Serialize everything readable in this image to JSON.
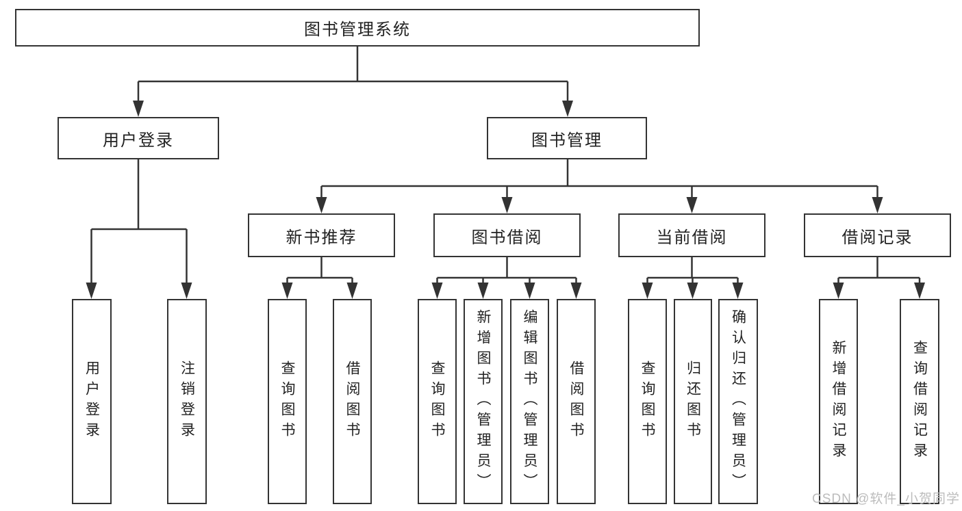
{
  "tree": {
    "label": "图书管理系统",
    "children": [
      {
        "label": "用户登录",
        "children": [
          {
            "label": "用户登录"
          },
          {
            "label": "注销登录"
          }
        ]
      },
      {
        "label": "图书管理",
        "children": [
          {
            "label": "新书推荐",
            "children": [
              {
                "label": "查询图书"
              },
              {
                "label": "借阅图书"
              }
            ]
          },
          {
            "label": "图书借阅",
            "children": [
              {
                "label": "查询图书"
              },
              {
                "label": "新增图书（管理员）"
              },
              {
                "label": "编辑图书（管理员）"
              },
              {
                "label": "借阅图书"
              }
            ]
          },
          {
            "label": "当前借阅",
            "children": [
              {
                "label": "查询图书"
              },
              {
                "label": "归还图书"
              },
              {
                "label": "确认归还（管理员）"
              }
            ]
          },
          {
            "label": "借阅记录",
            "children": [
              {
                "label": "新增借阅记录"
              },
              {
                "label": "查询借阅记录"
              }
            ]
          }
        ]
      }
    ]
  },
  "watermark": {
    "text": "CSDN @软件_小贺同学"
  },
  "colors": {
    "line": "#333333",
    "text": "#222222",
    "watermark": "#bcbcbc",
    "background": "#ffffff"
  }
}
